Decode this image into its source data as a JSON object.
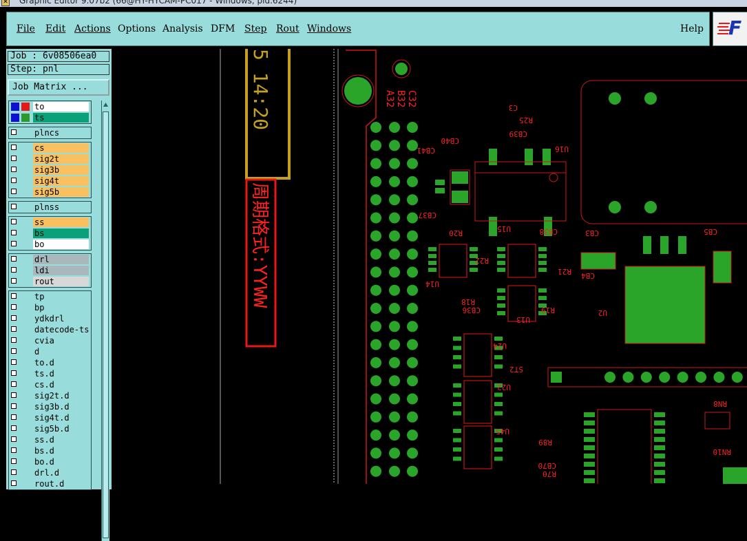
{
  "window": {
    "title": "Graphic Editor 9.07b2 (66@HY-HYCAM-PC017 - Windows, pid.6244)"
  },
  "menu": {
    "items": [
      "File",
      "Edit",
      "Actions",
      "Options",
      "Analysis",
      "DFM",
      "Step",
      "Rout",
      "Windows"
    ],
    "help": "Help"
  },
  "job": {
    "label": "Job : 6v08506ea0",
    "step": "Step: pnl",
    "matrix_button": "Job Matrix ..."
  },
  "layers": [
    {
      "name": "to",
      "color": "#ffffff",
      "swatches": [
        "#1010d0",
        "#e81818"
      ],
      "group": 0
    },
    {
      "name": "ts",
      "color": "#0aa078",
      "swatches": [
        "#1010d0",
        "#2a9a2a"
      ],
      "group": 0
    },
    {
      "name": "plncs",
      "color": "#98dcdc",
      "group": 1
    },
    {
      "name": "cs",
      "color": "#f8c060",
      "group": 2
    },
    {
      "name": "sig2t",
      "color": "#f8c060",
      "group": 2
    },
    {
      "name": "sig3b",
      "color": "#f8c060",
      "group": 2
    },
    {
      "name": "sig4t",
      "color": "#f8c060",
      "group": 2
    },
    {
      "name": "sig5b",
      "color": "#f8c060",
      "group": 2
    },
    {
      "name": "plnss",
      "color": "#98dcdc",
      "group": 3
    },
    {
      "name": "ss",
      "color": "#f8c060",
      "group": 4
    },
    {
      "name": "bs",
      "color": "#0aa078",
      "group": 4
    },
    {
      "name": "bo",
      "color": "#ffffff",
      "group": 4
    },
    {
      "name": "drl",
      "color": "#a8b8bc",
      "group": 5
    },
    {
      "name": "ldi",
      "color": "#a8b8bc",
      "group": 5
    },
    {
      "name": "rout",
      "color": "#d8d8d8",
      "group": 5
    },
    {
      "name": "tp",
      "color": "#98dcdc",
      "group": 6
    },
    {
      "name": "bp",
      "color": "#98dcdc",
      "group": 6
    },
    {
      "name": "ydkdrl",
      "color": "#98dcdc",
      "group": 6
    },
    {
      "name": "datecode-ts",
      "color": "#98dcdc",
      "group": 6
    },
    {
      "name": "cvia",
      "color": "#98dcdc",
      "group": 6
    },
    {
      "name": "d",
      "color": "#98dcdc",
      "group": 6
    },
    {
      "name": "to.d",
      "color": "#98dcdc",
      "group": 6
    },
    {
      "name": "ts.d",
      "color": "#98dcdc",
      "group": 6
    },
    {
      "name": "cs.d",
      "color": "#98dcdc",
      "group": 6
    },
    {
      "name": "sig2t.d",
      "color": "#98dcdc",
      "group": 6
    },
    {
      "name": "sig3b.d",
      "color": "#98dcdc",
      "group": 6
    },
    {
      "name": "sig4t.d",
      "color": "#98dcdc",
      "group": 6
    },
    {
      "name": "sig5b.d",
      "color": "#98dcdc",
      "group": 6
    },
    {
      "name": "ss.d",
      "color": "#98dcdc",
      "group": 6
    },
    {
      "name": "bs.d",
      "color": "#98dcdc",
      "group": 6
    },
    {
      "name": "bo.d",
      "color": "#98dcdc",
      "group": 6
    },
    {
      "name": "drl.d",
      "color": "#98dcdc",
      "group": 6
    },
    {
      "name": "rout.d",
      "color": "#98dcdc",
      "group": 6
    }
  ],
  "canvas": {
    "datecode_time": "5 14:20",
    "datecode_format": "周期格式:YYWW",
    "pin_labels": [
      "C32",
      "B32",
      "A32"
    ],
    "components": [
      "C3",
      "R25",
      "CB39",
      "U16",
      "CB40",
      "CB41",
      "CB37",
      "R20",
      "U15",
      "CB38",
      "CB3",
      "CB5",
      "R22",
      "CB4",
      "R21",
      "U14",
      "U2",
      "R18",
      "CB36",
      "R19",
      "U13",
      "U24",
      "ST2",
      "U22",
      "RN8",
      "R89",
      "U45",
      "CB70",
      "R70",
      "RN10"
    ],
    "colors": {
      "pad": "#2aa52a",
      "outline": "#e81818",
      "silk_text": "#ff2020",
      "gold": "#c8a020"
    }
  }
}
